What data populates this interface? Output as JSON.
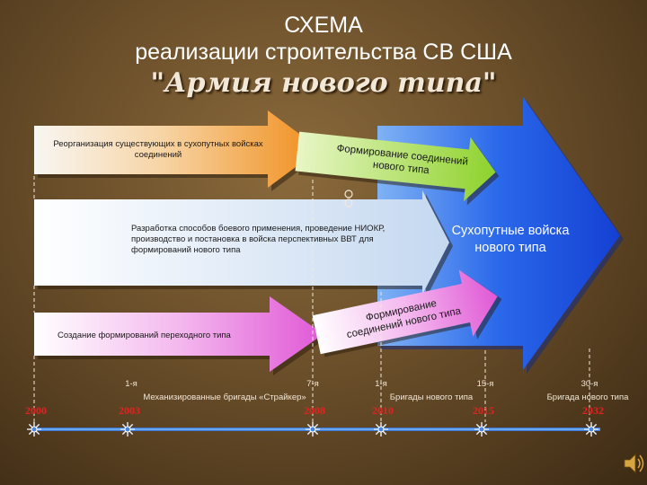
{
  "header": {
    "line1": "СХЕМА",
    "line2": "реализации строительства СВ США",
    "line3": "\"Армия нового типа\""
  },
  "arrows": {
    "reorg": "Реорганизация существующих в сухопутных войсках соединений",
    "formation_top": "Формирование соединений нового типа",
    "development": "Разработка способов боевого применения, проведение НИОКР, производство и постановка в войска перспективных ВВТ для формирований нового типа",
    "transitional": "Создание формирований переходного типа",
    "formation_bottom": "Формирование соединений нового типа",
    "result": "Сухопутные войска нового типа"
  },
  "timeline": {
    "ticks": [
      "1-я",
      "7-я",
      "1-я",
      "15-я",
      "30-я"
    ],
    "captions": [
      "Механизированные бригады «Страйкер»",
      "Бригады нового типа",
      "Бригада нового типа"
    ],
    "years": [
      "2000",
      "2003",
      "2008",
      "2010",
      "2015",
      "2032"
    ]
  },
  "colors": {
    "orange": "#f2a23a",
    "lightblue": "#d4e4f6",
    "pink": "#e872dc",
    "green": "#a6e04a",
    "blue": "#1e58e6",
    "year_red": "#e42222"
  }
}
